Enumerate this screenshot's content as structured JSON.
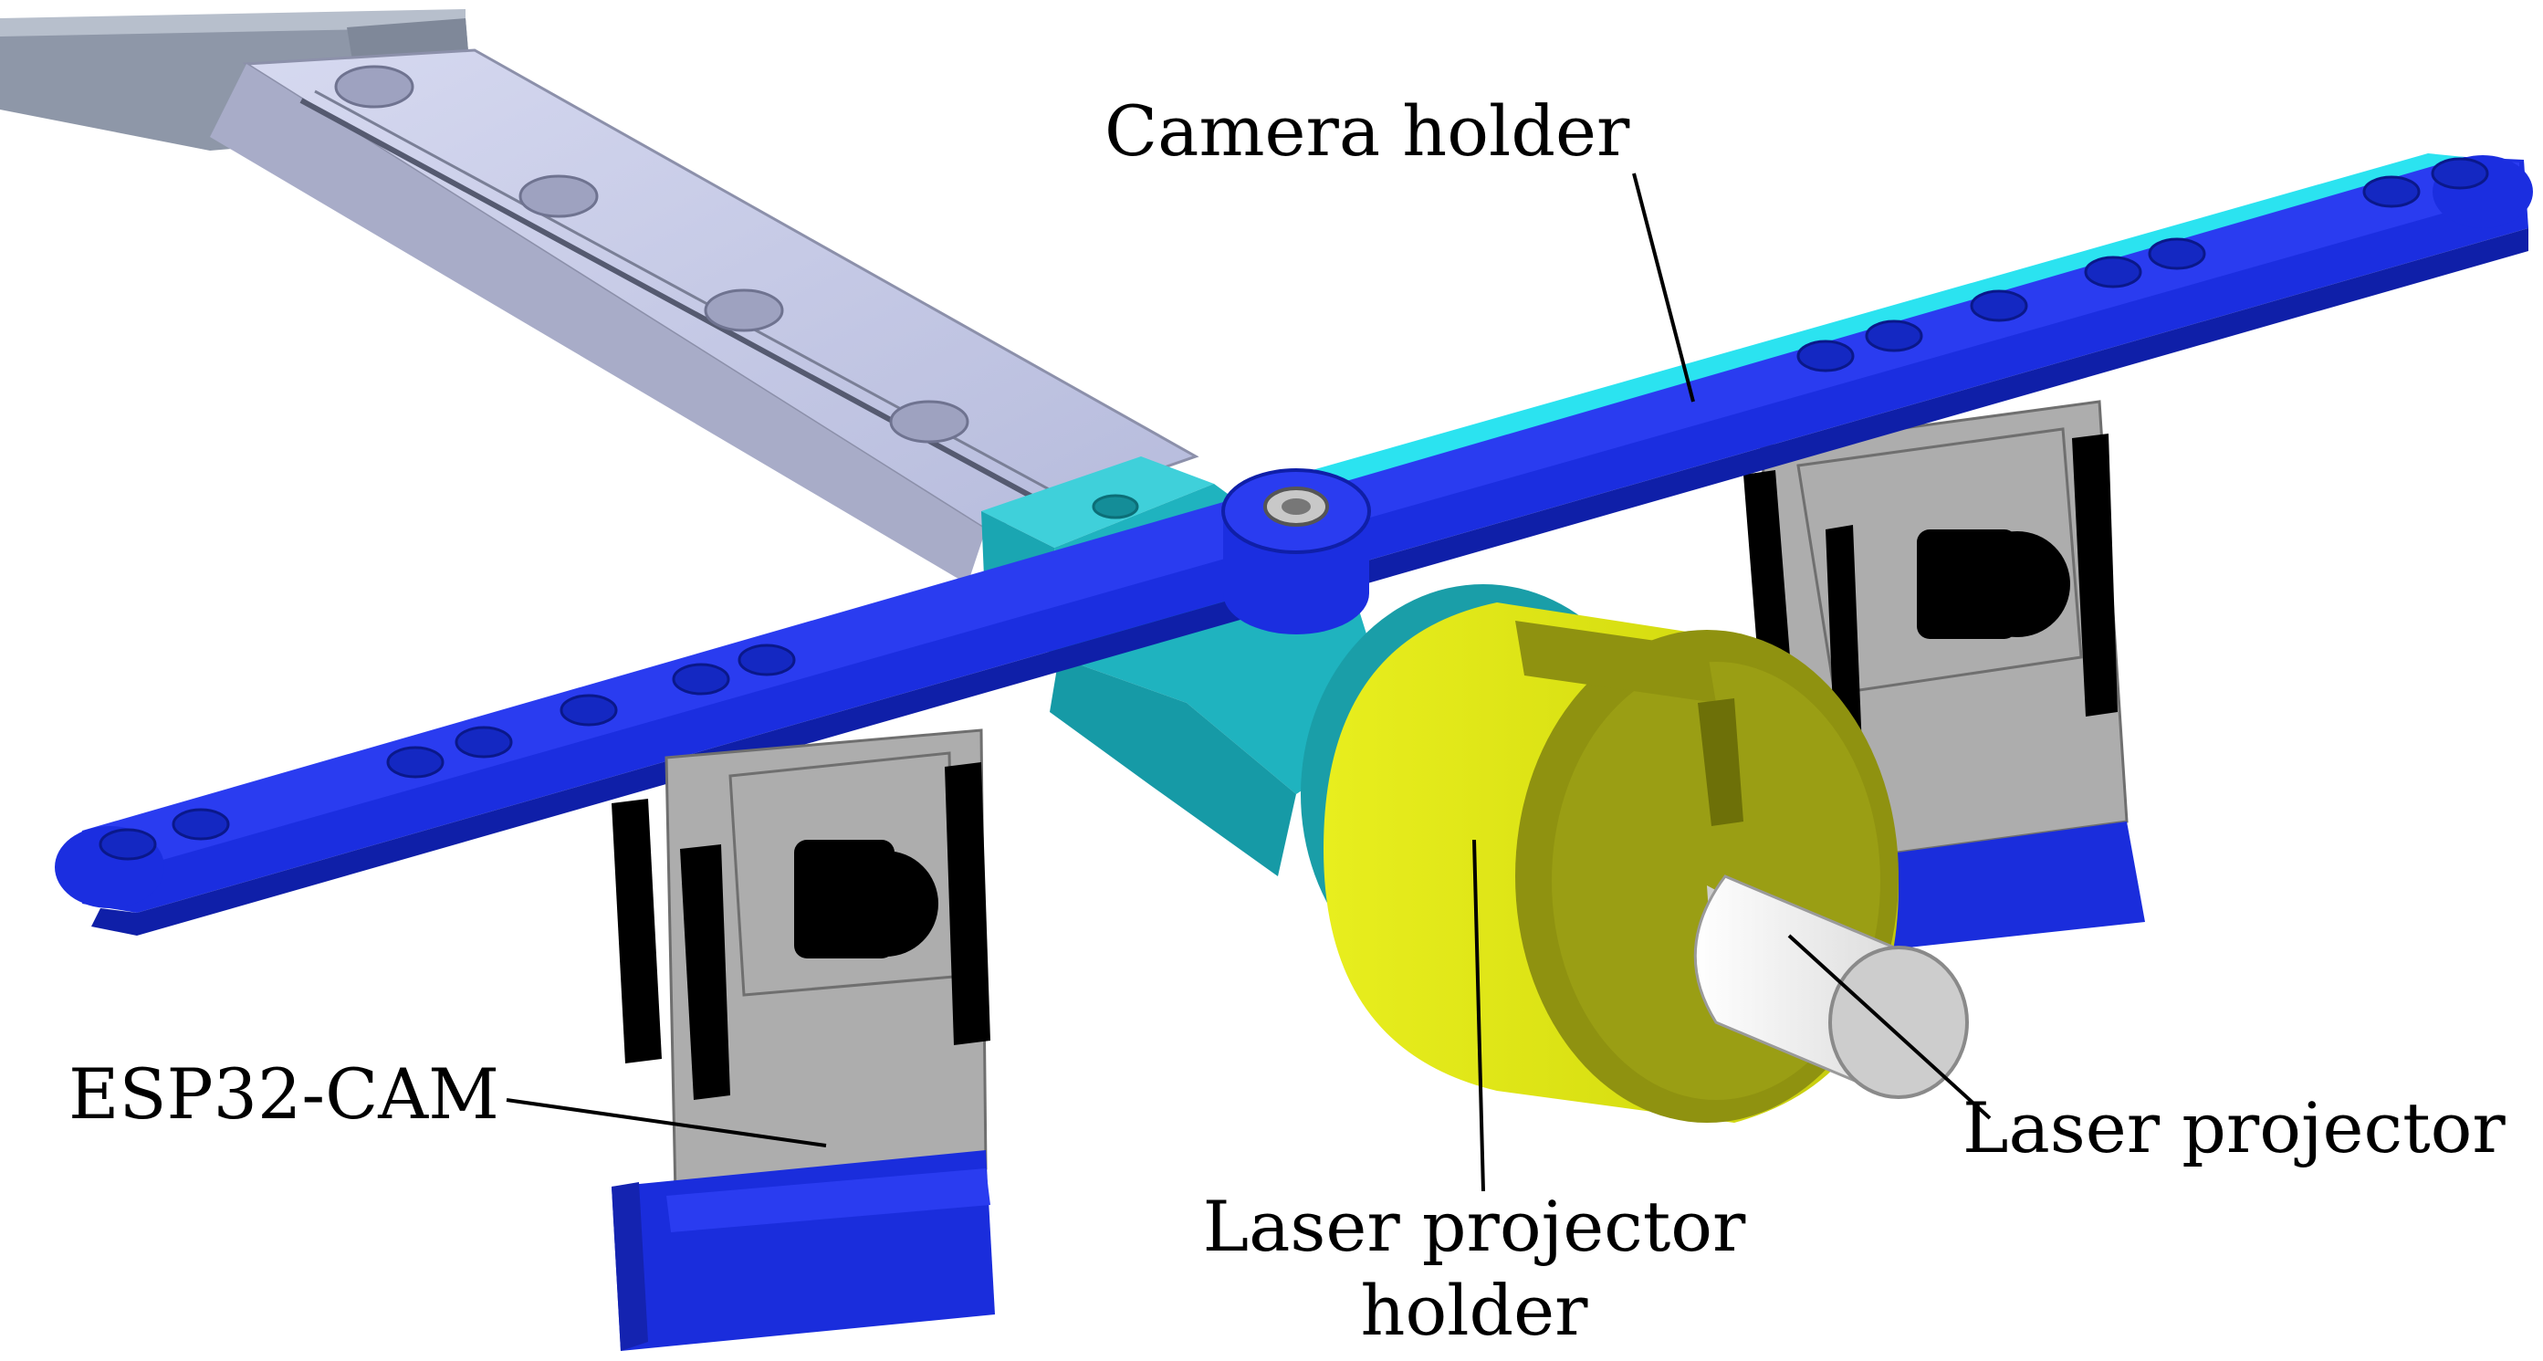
{
  "labels": {
    "camera_holder": "Camera holder",
    "esp32_cam": "ESP32-CAM",
    "laser_projector_holder_line1": "Laser projector",
    "laser_projector_holder_line2": "holder",
    "laser_projector": "Laser projector"
  },
  "colors": {
    "rail": "#c4c8e6",
    "carriage_block": "#9aa3b3",
    "camera_holder": "#1b2ee0",
    "camera_holder_highlight": "#2be3f0",
    "mount_block": "#1fb3bf",
    "laser_holder": "#e3ea1a",
    "laser_holder_shade": "#8f9210",
    "laser_projector": "#f5f5f5",
    "camera_board": "#adadad",
    "camera_dark": "#000000",
    "camera_base": "#1a2ddc"
  }
}
